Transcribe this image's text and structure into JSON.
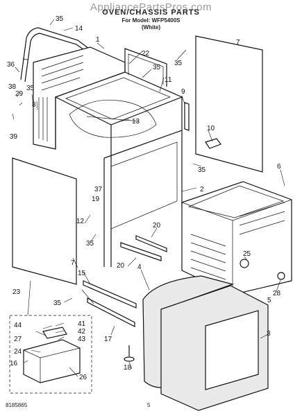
{
  "header": {
    "watermark": "AppliancePartsPros.com",
    "title": "OVEN/CHASSIS PARTS",
    "model_line": "For Model: WFP5400S",
    "color_line": "(White)"
  },
  "footer": {
    "code": "8185865",
    "page": "5"
  },
  "callouts": {
    "c1": "1",
    "c2": "2",
    "c3": "3",
    "c4": "4",
    "c5": "5",
    "c6": "6",
    "c7a": "7",
    "c7b": "7",
    "c8": "8",
    "c9": "9",
    "c10": "10",
    "c11": "11",
    "c12": "12",
    "c13": "13",
    "c14": "14",
    "c15": "15",
    "c16": "16",
    "c17": "17",
    "c18": "18",
    "c19": "19",
    "c20a": "20",
    "c20b": "20",
    "c22": "22",
    "c23": "23",
    "c24": "24",
    "c25": "25",
    "c26": "26",
    "c27": "27",
    "c28": "28",
    "c29": "29",
    "c35a": "35",
    "c35b": "35",
    "c35c": "35",
    "c35d": "35",
    "c35e": "35",
    "c35f": "35",
    "c35g": "35",
    "c36": "36",
    "c37": "37",
    "c38": "38",
    "c39": "39",
    "c41": "41",
    "c42": "42",
    "c43": "43",
    "c44": "44"
  }
}
